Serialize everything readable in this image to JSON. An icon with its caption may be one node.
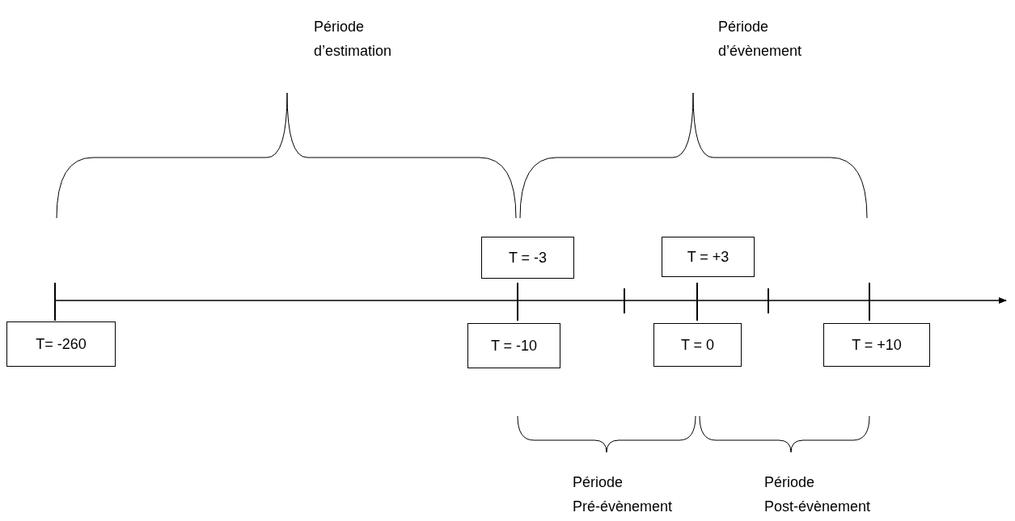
{
  "diagram": {
    "nodes": [
      {
        "text": [
          "T = -3"
        ]
      },
      {
        "text": [
          "T = +3"
        ]
      },
      {
        "text": [
          "T= -260"
        ]
      },
      {
        "text": [
          "T = -10"
        ]
      },
      {
        "text": [
          "T = 0"
        ]
      },
      {
        "text": [
          "T = +10"
        ]
      }
    ],
    "labels": [
      "Période d’estimation",
      "Période d’évènement",
      "Période Pré-évènement",
      "Période Post-évènement"
    ]
  }
}
